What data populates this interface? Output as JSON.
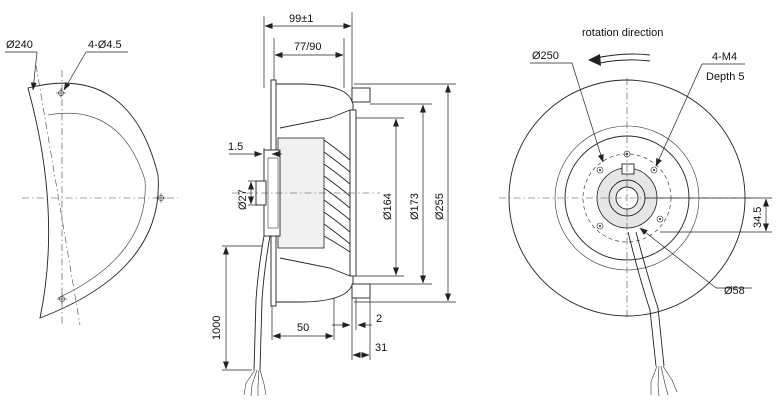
{
  "labels": {
    "left_outer_diameter": "Ø240",
    "left_holes": "4-Ø4.5",
    "overall_width": "99±1",
    "inner_width": "77/90",
    "flange_thickness": "1.5",
    "shaft_diameter": "Ø27",
    "inlet_diameter": "Ø164",
    "ring_diameter": "Ø173",
    "outer_diameter": "Ø255",
    "cable_length": "1000",
    "offset_50": "50",
    "offset_2": "2",
    "offset_31": "31",
    "rotation": "rotation direction",
    "hub_circle": "Ø250",
    "screws": "4-M4",
    "screw_depth": "Depth 5",
    "height_34_5": "34.5",
    "hub_diameter": "Ø58"
  },
  "colors": {
    "line": "#222222",
    "background": "#ffffff"
  }
}
